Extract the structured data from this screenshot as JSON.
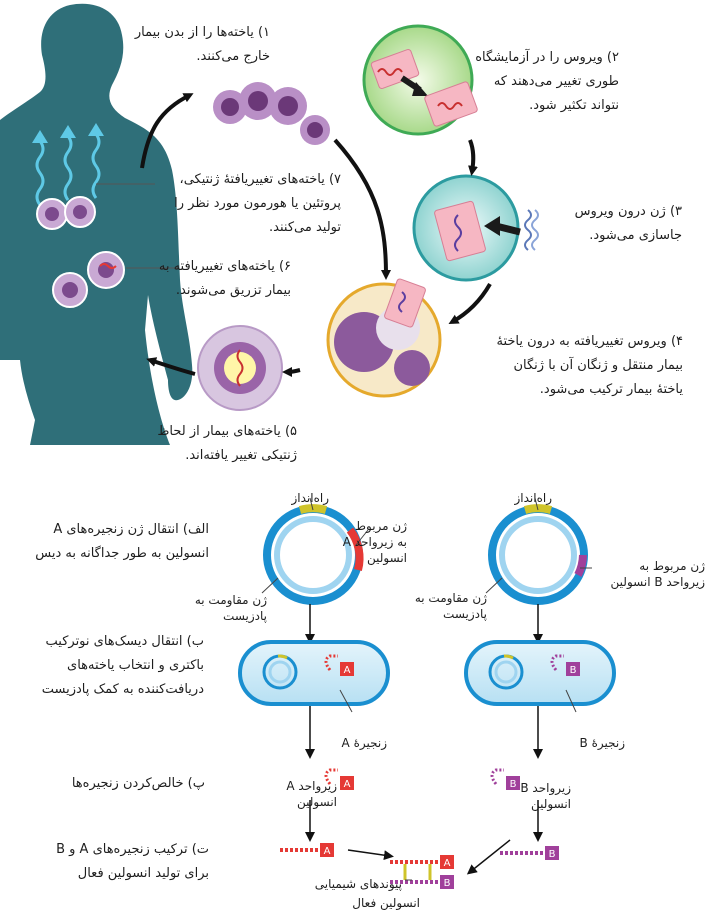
{
  "top": {
    "step1": [
      "۱) یاخته‌ها را از بدن بیمار",
      "خارج می‌کنند."
    ],
    "step2": [
      "۲) ویروس را در آزمایشگاه",
      "طوری تغییر می‌دهند که",
      "نتواند تکثیر شود."
    ],
    "step3": [
      "۳) ژن درون ویروس",
      "جاسازی می‌شود."
    ],
    "step4": [
      "۴) ویروس تغییریافته به درون یاختهٔ",
      "بیمار منتقل و ژنگان آن با ژنگان",
      "یاختهٔ بیمار ترکیب می‌شود."
    ],
    "step5": [
      "۵) یاخته‌های بیمار از لحاظ",
      "ژنتیکی تغییر یافته‌اند."
    ],
    "step6": [
      "۶) یاخته‌های تغییریافته به",
      "بیمار تزریق می‌شوند."
    ],
    "step7": [
      "۷) یاخته‌های تغییریافتهٔ ژنتیکی،",
      "پروتئین یا هورمون مورد نظر را",
      "تولید می‌کنند."
    ]
  },
  "bottom": {
    "stage_a": [
      "الف) انتقال ژن زنجیره‌های A",
      "انسولین به طور جداگانه به دیس"
    ],
    "stage_b": [
      "ب) انتقال دیسک‌های نوترکیب",
      "باکتری و انتخاب یاخته‌های",
      "دریافت‌کننده به کمک پادزیست"
    ],
    "stage_p": [
      "پ) خالص‌کردن زنجیره‌ها"
    ],
    "stage_t": [
      "ت) ترکیب زنجیره‌های A و B",
      "برای تولید انسولین فعال"
    ],
    "promoter": "راه‌انداز",
    "gene_a": [
      "ژن مربوط",
      "به زیرواحد A",
      "انسولین"
    ],
    "gene_b": [
      "ژن مربوط به",
      "زیرواحد B انسولین"
    ],
    "resistance": [
      "ژن مقاومت به",
      "پادزیست"
    ],
    "chain_a": "زنجیرهٔ A",
    "chain_b": "زنجیرهٔ B",
    "subunit_a": [
      "زیرواحد A",
      "انسولین"
    ],
    "subunit_b": [
      "زیرواحد B",
      "انسولین"
    ],
    "bonds": "پیوندهای شیمیایی",
    "active_insulin": "انسولین فعال",
    "letter_a": "A",
    "letter_b": "B"
  },
  "colors": {
    "body": "#2f6f79",
    "cell_purple": "#9a64a8",
    "plasmid_blue": "#1a8fd0",
    "plasmid_light": "#9fd4f0",
    "chain_a": "#e53935",
    "chain_b": "#a0409b",
    "promoter": "#cfc42b"
  }
}
